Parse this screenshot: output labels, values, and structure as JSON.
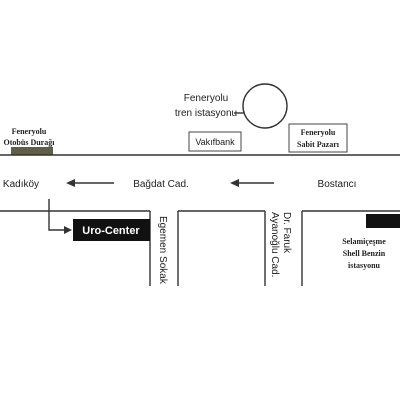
{
  "colors": {
    "ink": "#333333",
    "bus_stop_marker": "#5f5f47",
    "shell_marker": "#111111",
    "uro_center_bg": "#111111",
    "uro_center_text": "#ffffff"
  },
  "landmarks": {
    "train_station": {
      "line1": "Feneryolu",
      "line2": "tren istasyonu"
    },
    "bus_stop": {
      "line1": "Feneryolu",
      "line2": "Otobüs Durağı"
    },
    "bank": {
      "label": "Vakıfbank"
    },
    "market": {
      "line1": "Feneryolu",
      "line2": "Sabit Pazarı"
    },
    "uro_center": {
      "label": "Uro-Center"
    },
    "shell": {
      "line1": "Selamiçeşme",
      "line2": "Shell Benzin",
      "line3": "istasyonu"
    }
  },
  "streets": {
    "main_road": "Bağdat Cad.",
    "west_end": "Kadıköy",
    "east_end": "Bostancı",
    "egemen": "Egemen Sokak",
    "faruk": {
      "line1": "Dr. Faruk",
      "line2": "Ayanoğlu Cad."
    }
  },
  "icons": [
    "arrow-left-icon",
    "circle-icon",
    "marker-rect-icon",
    "pointer-arrow-icon"
  ]
}
